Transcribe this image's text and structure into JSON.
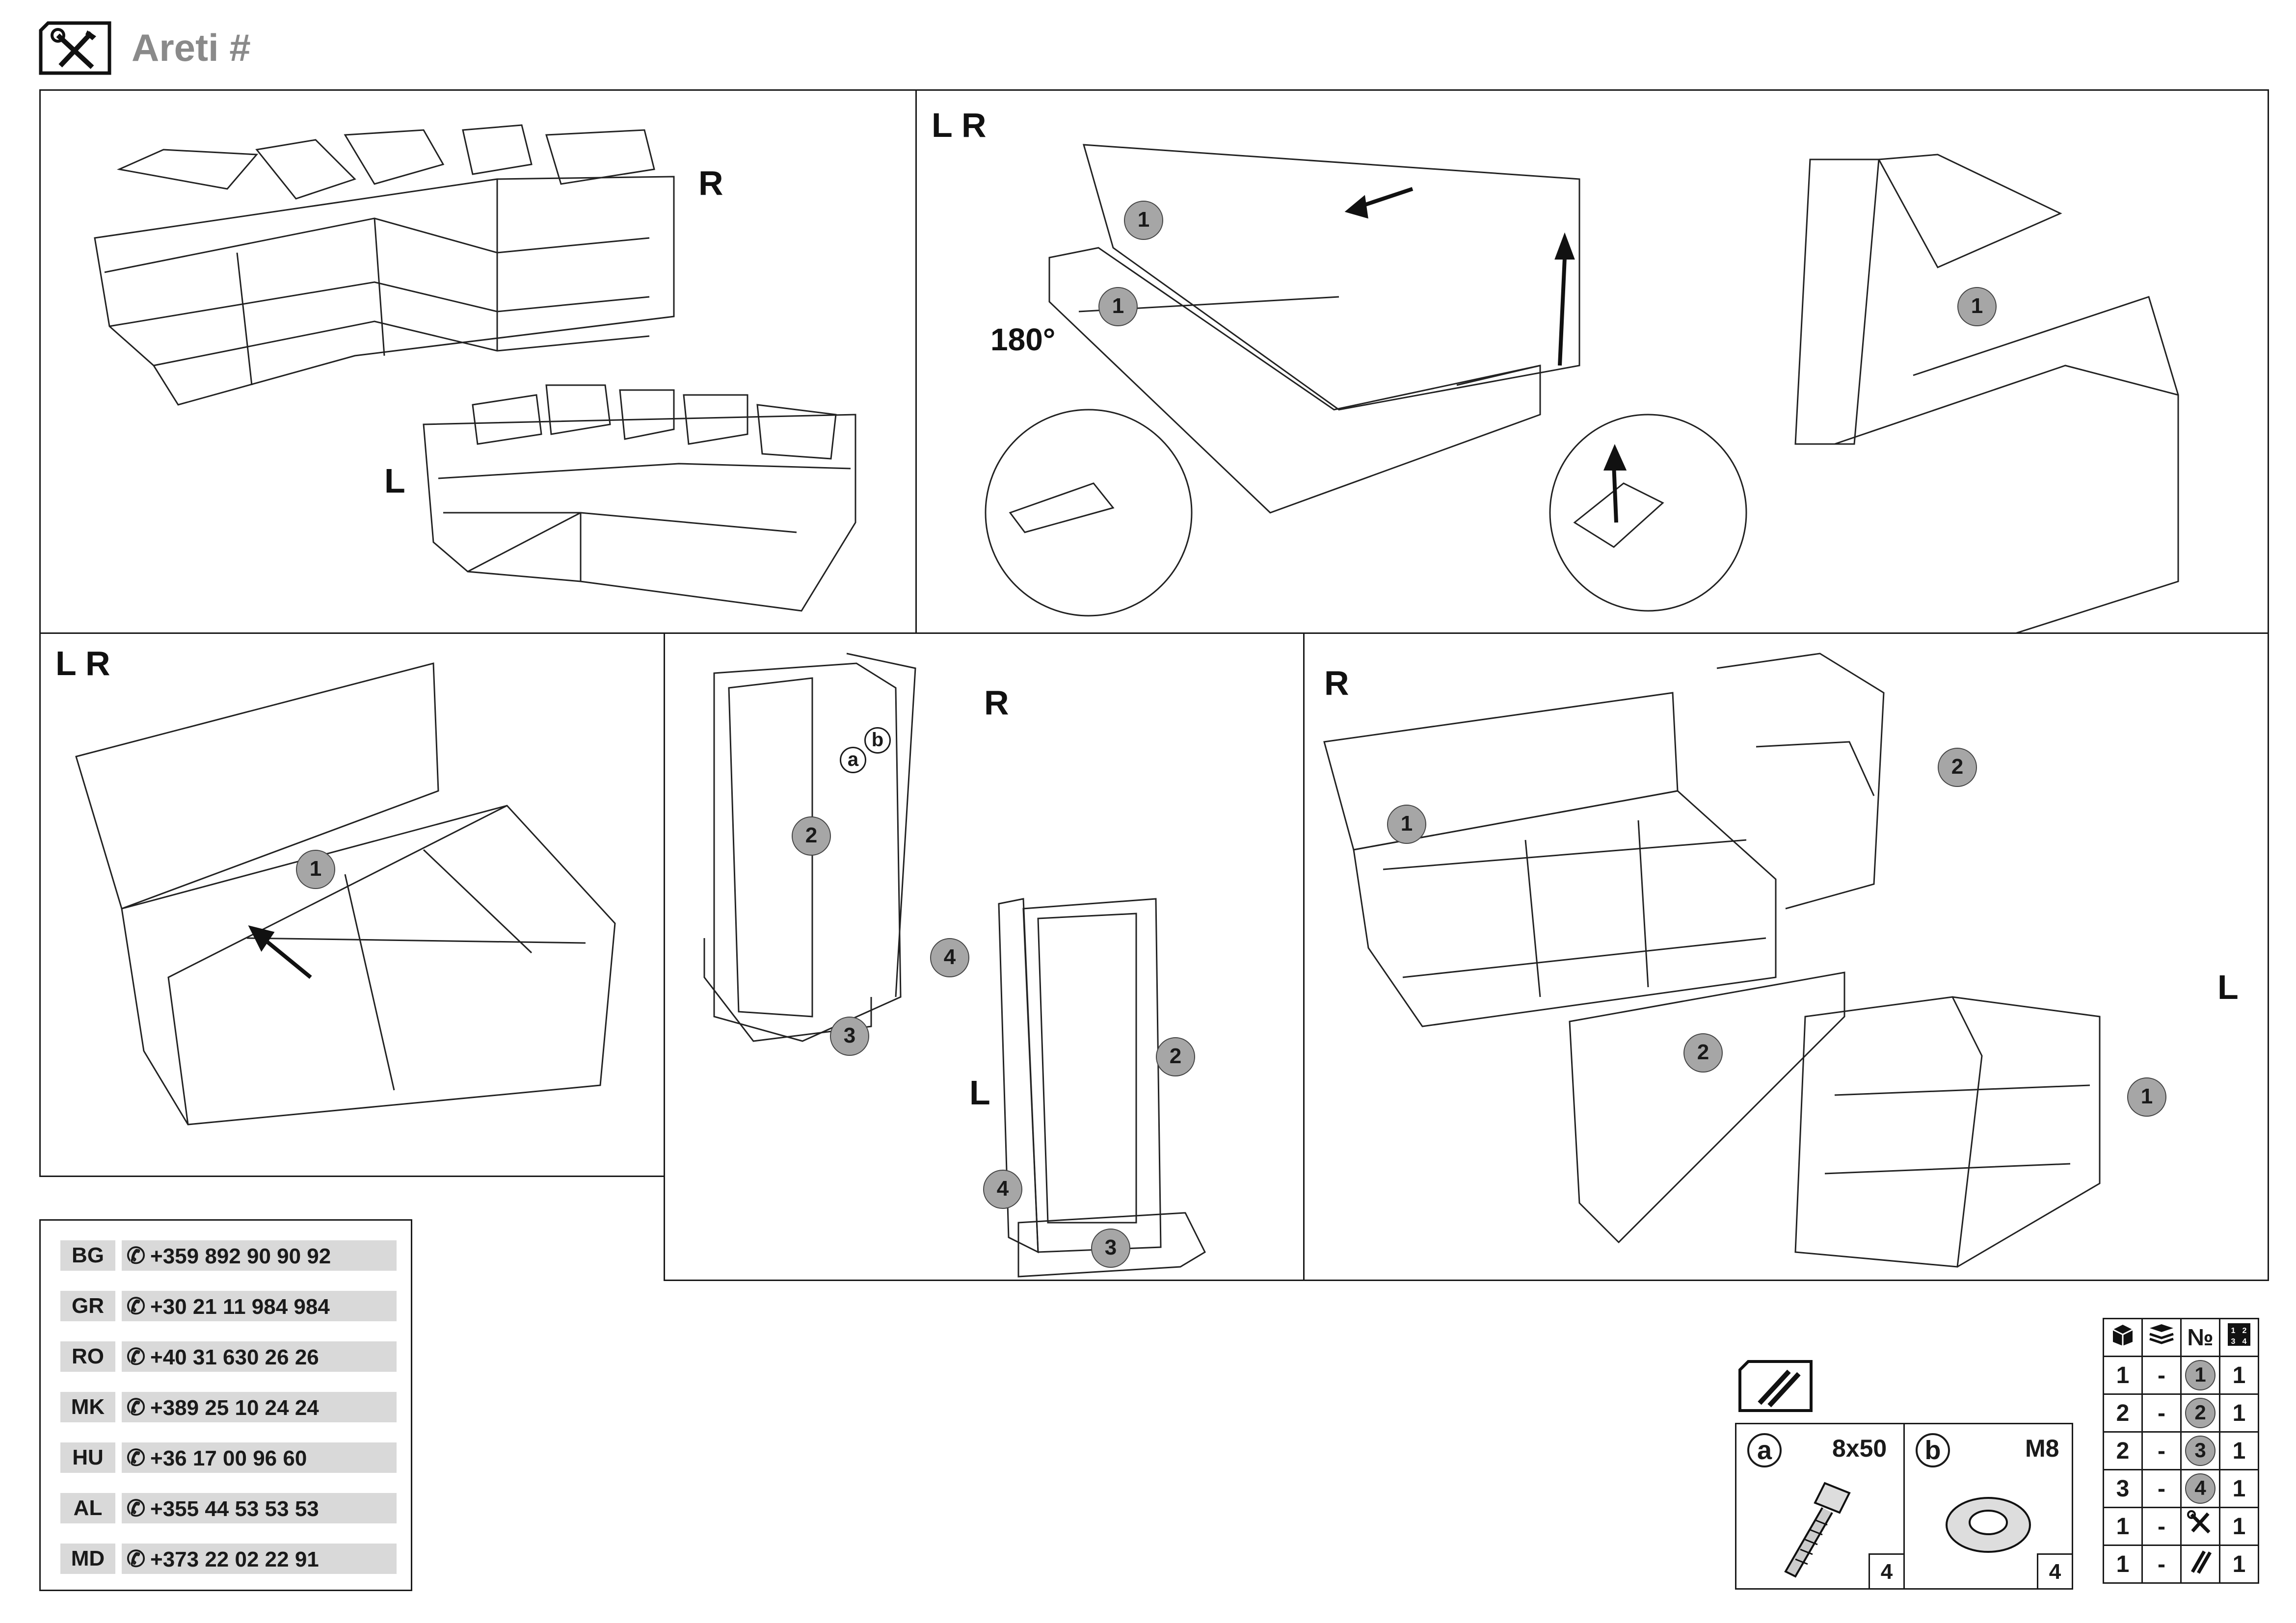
{
  "header": {
    "title": "Areti #",
    "icon": "tools-icon"
  },
  "panels": {
    "p1": {
      "label_r": "R",
      "label_l": "L"
    },
    "p2": {
      "label": "L R",
      "rotation_text": "180°",
      "badges": [
        "1",
        "1",
        "1"
      ]
    },
    "p3": {
      "label": "L R",
      "badge": "1"
    },
    "p4": {
      "label_r": "R",
      "label_l": "L",
      "badges": [
        "2",
        "4",
        "3",
        "2",
        "4",
        "3"
      ],
      "letters": [
        "a",
        "b"
      ]
    },
    "p5": {
      "label_r": "R",
      "label_l": "L",
      "badges": [
        "1",
        "2",
        "2",
        "1"
      ]
    }
  },
  "contacts": [
    {
      "code": "BG",
      "phone": "+359 892 90 90 92"
    },
    {
      "code": "GR",
      "phone": "+30 21 11 984 984"
    },
    {
      "code": "RO",
      "phone": "+40 31 630 26 26"
    },
    {
      "code": "MK",
      "phone": "+389 25 10 24 24"
    },
    {
      "code": "HU",
      "phone": "+36 17 00 96 60"
    },
    {
      "code": "AL",
      "phone": "+355 44 53 53 53"
    },
    {
      "code": "MD",
      "phone": "+373 22 02 22 91"
    }
  ],
  "hardware": {
    "icon": "screw-bag-icon",
    "items": [
      {
        "letter": "a",
        "spec": "8x50",
        "qty": "4",
        "icon": "bolt-icon"
      },
      {
        "letter": "b",
        "spec": "M8",
        "qty": "4",
        "icon": "washer-icon"
      }
    ]
  },
  "parts_table": {
    "header_icons": [
      "box-icon",
      "stack-icon",
      "№",
      "grid-numbers-icon"
    ],
    "rows": [
      {
        "box": "1",
        "dash": "-",
        "part": "1",
        "qty": "1",
        "kind": "badge"
      },
      {
        "box": "2",
        "dash": "-",
        "part": "2",
        "qty": "1",
        "kind": "badge"
      },
      {
        "box": "2",
        "dash": "-",
        "part": "3",
        "qty": "1",
        "kind": "badge"
      },
      {
        "box": "3",
        "dash": "-",
        "part": "4",
        "qty": "1",
        "kind": "badge"
      },
      {
        "box": "1",
        "dash": "-",
        "part": "tools-icon",
        "qty": "1",
        "kind": "icon"
      },
      {
        "box": "1",
        "dash": "-",
        "part": "screws-icon",
        "qty": "1",
        "kind": "icon"
      }
    ],
    "header_number": "№"
  }
}
